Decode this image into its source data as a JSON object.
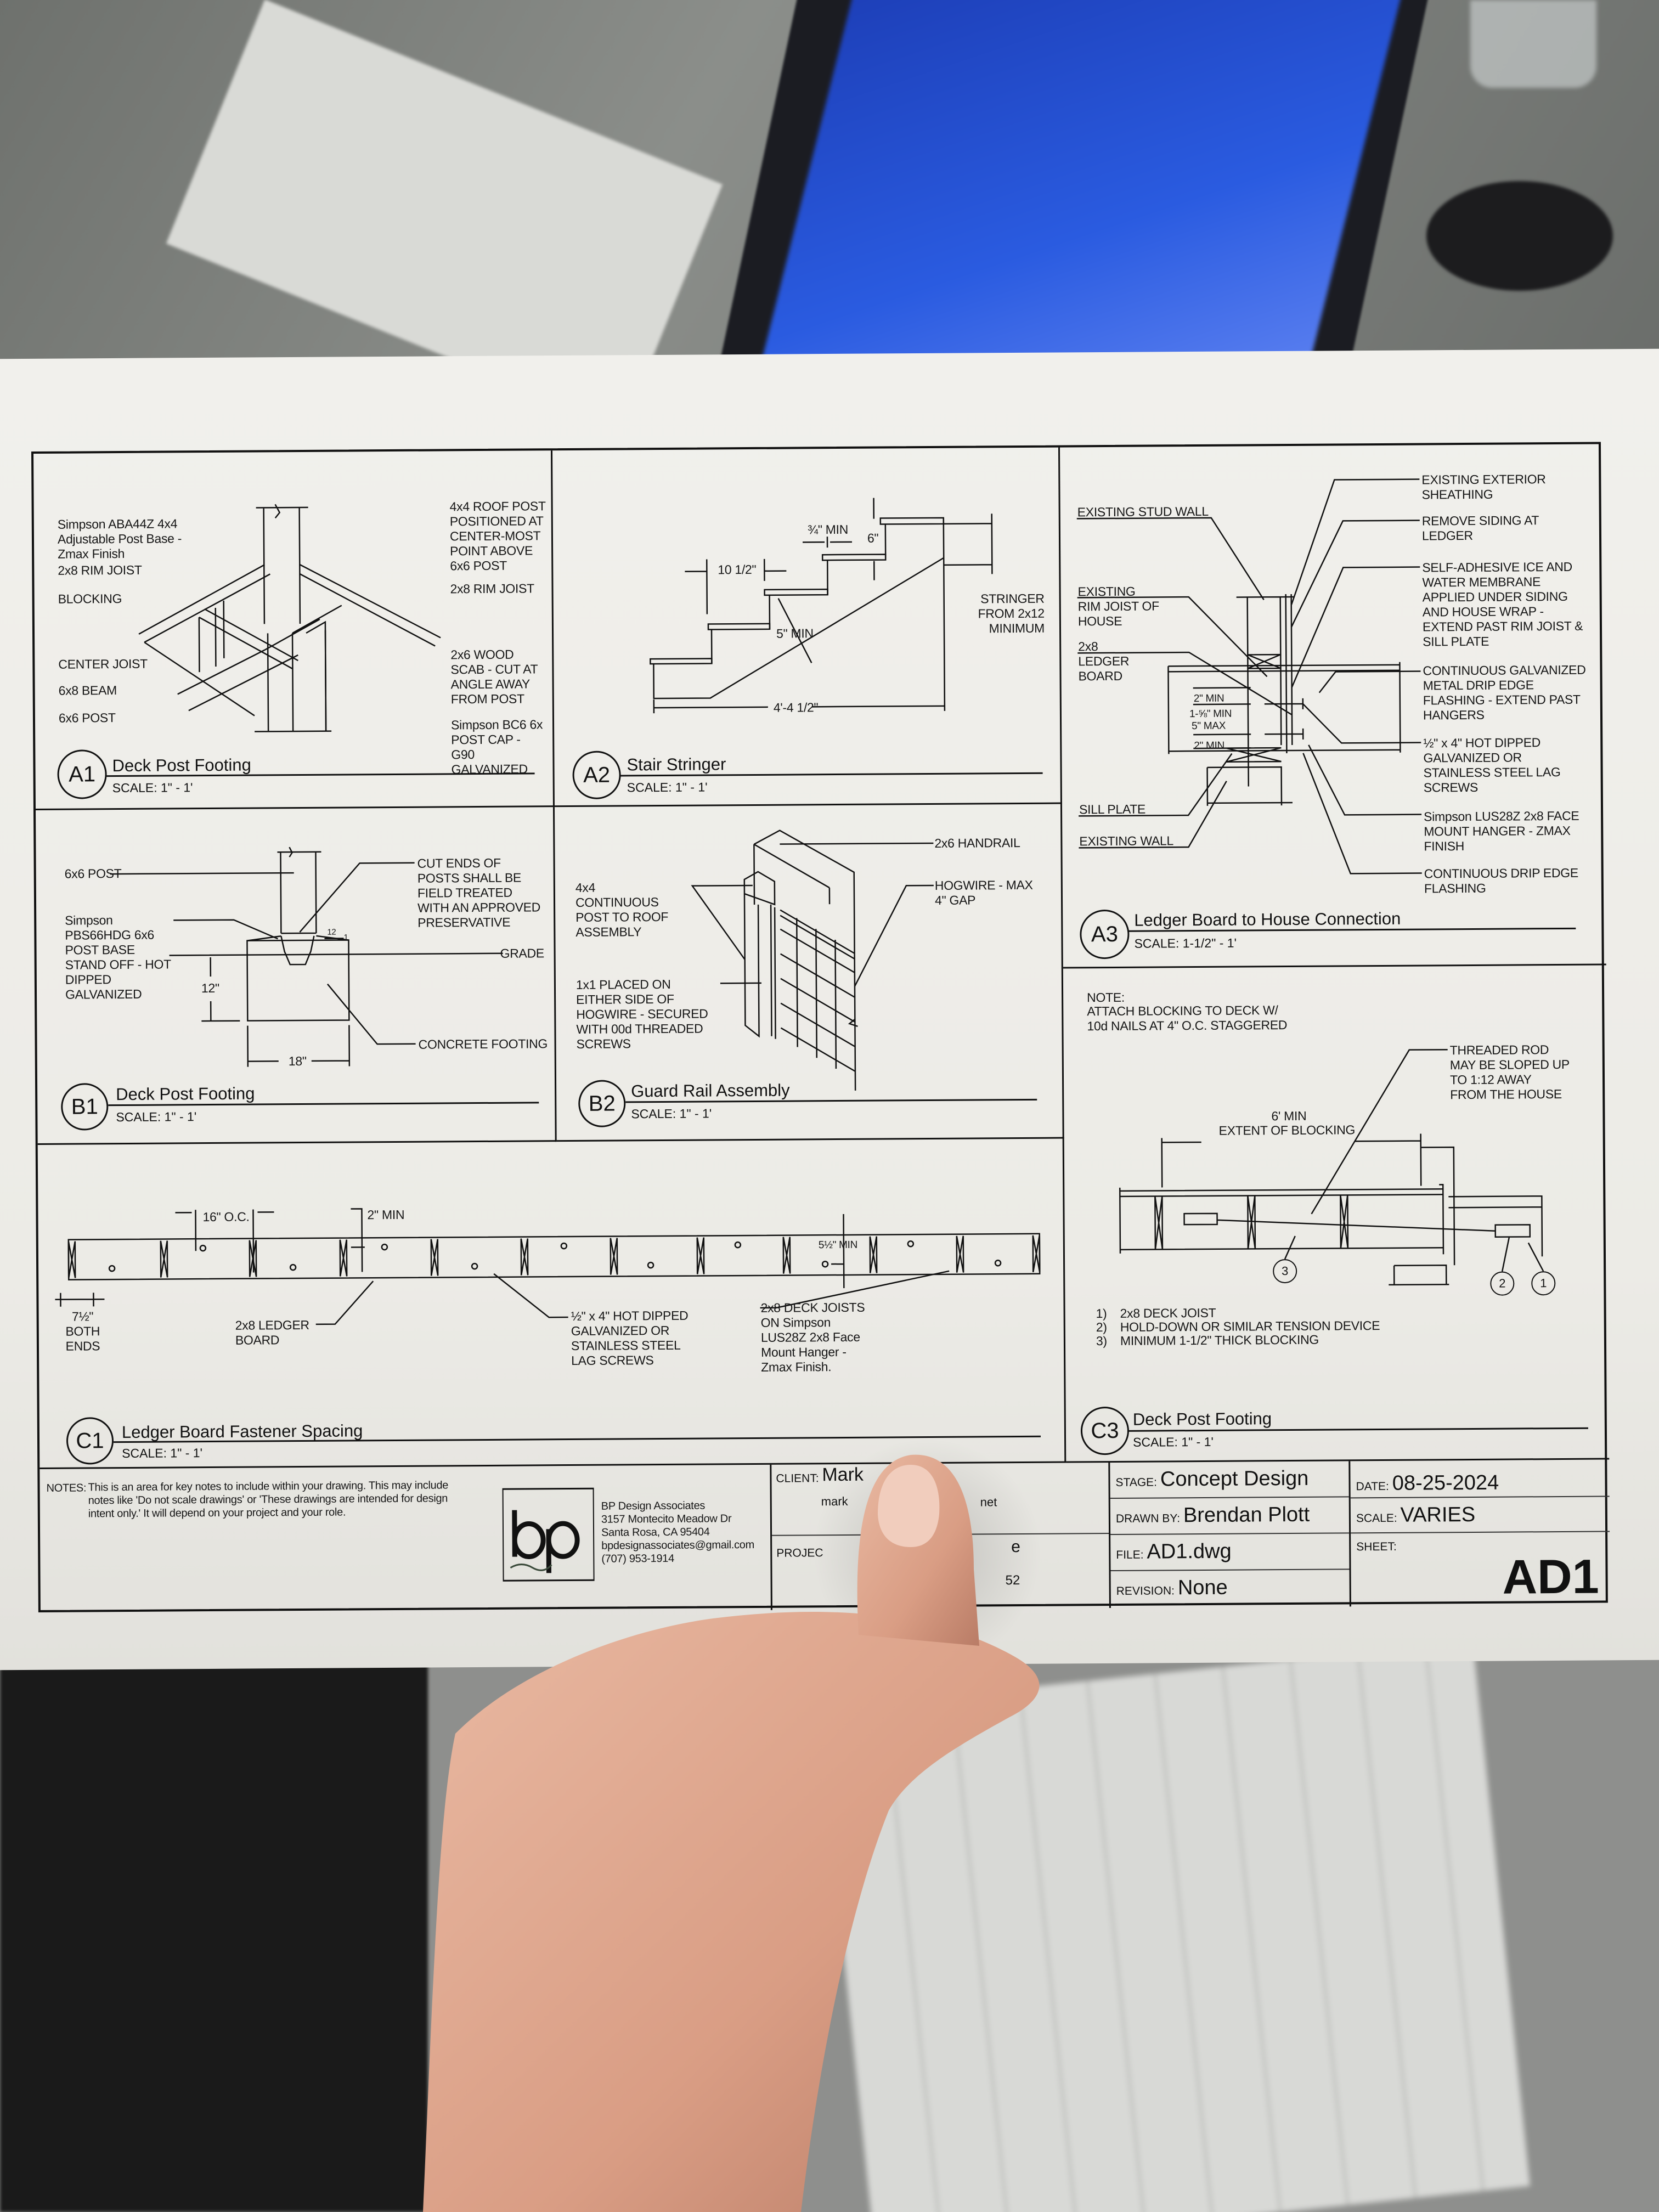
{
  "sheet": {
    "panels": {
      "a1": {
        "id": "A1",
        "title": "Deck Post Footing",
        "scale": "SCALE: 1\" - 1'",
        "callouts": [
          "Simpson ABA44Z 4x4 Adjustable Post Base - Zmax Finish",
          "2x8 RIM JOIST",
          "BLOCKING",
          "CENTER JOIST",
          "6x8 BEAM",
          "6x6 POST",
          "4x4 ROOF POST POSITIONED AT CENTER-MOST POINT ABOVE 6x6 POST",
          "2x8 RIM JOIST",
          "2x6 WOOD SCAB - CUT AT ANGLE AWAY FROM POST",
          "Simpson BC6 6x POST CAP - G90 GALVANIZED"
        ]
      },
      "a2": {
        "id": "A2",
        "title": "Stair Stringer",
        "scale": "SCALE: 1\" - 1'",
        "dims": [
          "10 1/2\"",
          "¾\" MIN",
          "6\"",
          "5\" MIN",
          "4'-4 1/2\""
        ],
        "callouts": [
          "STRINGER FROM 2x12 MINIMUM"
        ]
      },
      "a3": {
        "id": "A3",
        "title": "Ledger Board to House Connection",
        "scale": "SCALE: 1-1/2\" - 1'",
        "callouts_left": [
          "EXISTING STUD WALL",
          "EXISTING RIM JOIST OF HOUSE",
          "2x8 LEDGER BOARD",
          "SILL PLATE",
          "EXISTING WALL"
        ],
        "callouts_right": [
          "EXISTING EXTERIOR SHEATHING",
          "REMOVE SIDING AT LEDGER",
          "SELF-ADHESIVE ICE AND WATER MEMBRANE APPLIED UNDER SIDING AND HOUSE WRAP - EXTEND PAST RIM JOIST & SILL PLATE",
          "CONTINUOUS GALVANIZED METAL DRIP EDGE FLASHING - EXTEND PAST HANGERS",
          "½\" x 4\" HOT DIPPED GALVANIZED OR STAINLESS STEEL LAG SCREWS",
          "Simpson LUS28Z 2x8 FACE MOUNT HANGER - ZMAX FINISH",
          "CONTINUOUS DRIP EDGE FLASHING"
        ],
        "dims": [
          "2\" MIN",
          "1-⅝\" MIN",
          "5\" MAX",
          "2\" MIN"
        ]
      },
      "b1": {
        "id": "B1",
        "title": "Deck Post Footing",
        "scale": "SCALE: 1\" - 1'",
        "callouts": [
          "6x6 POST",
          "Simpson PBS66HDG 6x6 POST BASE STAND OFF - HOT DIPPED GALVANIZED",
          "CUT ENDS OF POSTS SHALL BE FIELD TREATED WITH AN APPROVED PRESERVATIVE",
          "GRADE",
          "CONCRETE FOOTING"
        ],
        "dims": [
          "12\"",
          "18\"",
          "12",
          "1"
        ]
      },
      "b2": {
        "id": "B2",
        "title": "Guard Rail Assembly",
        "scale": "SCALE: 1\" - 1'",
        "callouts": [
          "4x4 CONTINUOUS POST TO ROOF ASSEMBLY",
          "1x1 PLACED ON EITHER SIDE OF HOGWIRE - SECURED WITH 00d THREADED SCREWS",
          "2x6 HANDRAIL",
          "HOGWIRE - MAX 4\" GAP"
        ]
      },
      "c1": {
        "id": "C1",
        "title": "Ledger Board Fastener Spacing",
        "scale": "SCALE: 1\" - 1'",
        "dims": [
          "16\" O.C.",
          "2\" MIN",
          "5½\" MIN",
          "7½\" BOTH ENDS"
        ],
        "callouts": [
          "2x8 LEDGER BOARD",
          "½\" x 4\" HOT DIPPED GALVANIZED OR STAINLESS STEEL LAG SCREWS",
          "2x8 DECK JOISTS ON Simpson LUS28Z 2x8 Face Mount Hanger - Zmax Finish."
        ]
      },
      "c3": {
        "id": "C3",
        "title": "Deck Post Footing",
        "scale": "SCALE: 1\" - 1'",
        "note_label": "NOTE:",
        "note": "ATTACH BLOCKING TO DECK W/ 10d NAILS AT 4\" O.C. STAGGERED",
        "callouts": [
          "THREADED ROD MAY BE SLOPED UP TO 1:12 AWAY FROM THE HOUSE",
          "6' MIN",
          "EXTENT OF BLOCKING"
        ],
        "markers": [
          "1",
          "2",
          "3"
        ],
        "legend": [
          {
            "num": "1)",
            "text": "2x8 DECK JOIST"
          },
          {
            "num": "2)",
            "text": "HOLD-DOWN OR SIMILAR TENSION DEVICE"
          },
          {
            "num": "3)",
            "text": "MINIMUM 1-1/2\" THICK BLOCKING"
          }
        ]
      }
    },
    "title_block": {
      "notes_label": "NOTES:",
      "notes": "This is an area for key notes to include within your drawing. This may include notes like 'Do not scale drawings' or 'These drawings are intended for design intent only.' It will depend on your project and your role.",
      "logo_text": "bp",
      "company": {
        "name": "BP Design Associates",
        "address1": "3157 Montecito Meadow Dr",
        "address2": "Santa Rosa, CA 95404",
        "email": "bpdesignassociates@gmail.com",
        "phone": "(707) 953-1914"
      },
      "client_label": "CLIENT:",
      "client_name": "Mark",
      "client_email_start": "mark",
      "client_email_end": "net",
      "project_label": "PROJEC",
      "project_value_end": "e",
      "project_line2_end": "52",
      "stage_label": "STAGE:",
      "stage": "Concept Design",
      "drawn_by_label": "DRAWN BY:",
      "drawn_by": "Brendan Plott",
      "file_label": "FILE:",
      "file": "AD1.dwg",
      "revision_label": "REVISION:",
      "revision": "None",
      "date_label": "DATE:",
      "date": "08-25-2024",
      "scale_label": "SCALE:",
      "scale": "VARIES",
      "sheet_label": "SHEET:",
      "sheet": "AD1"
    }
  }
}
